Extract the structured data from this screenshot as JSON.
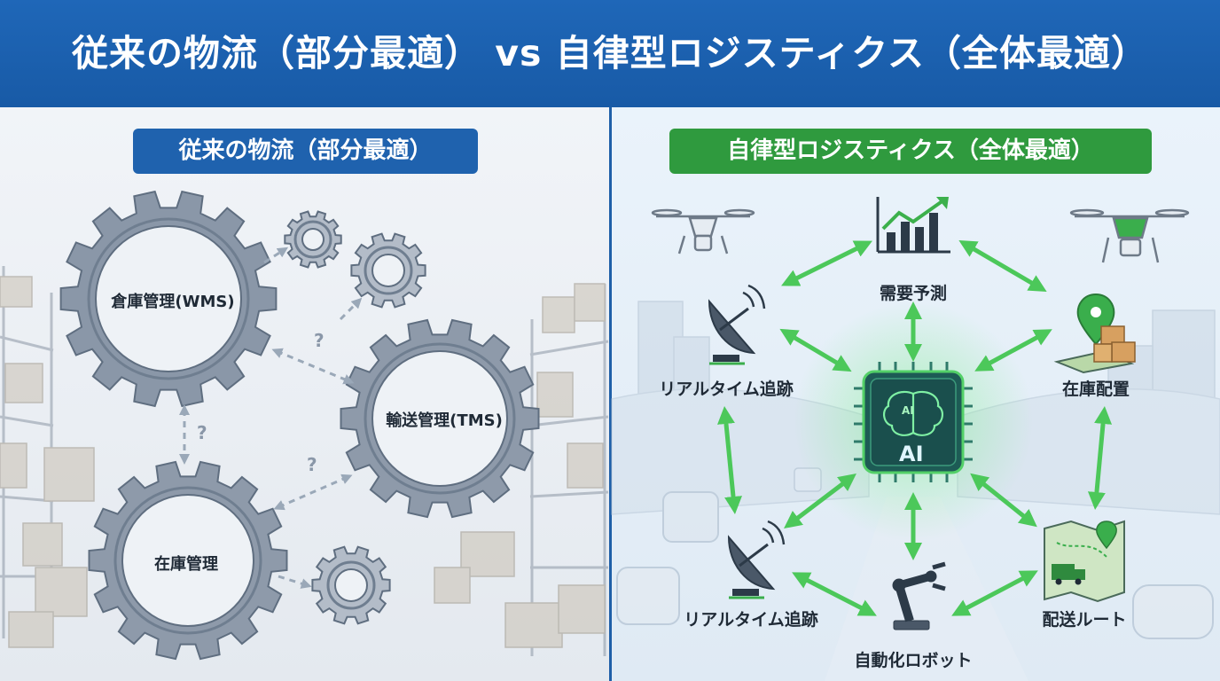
{
  "title": "従来の物流（部分最適） vs 自律型ロジスティクス（全体最適）",
  "left_panel": {
    "heading": "従来の物流（部分最適）",
    "gears": [
      "倉庫管理(WMS)",
      "輸送管理(TMS)",
      "在庫管理"
    ],
    "question_mark": "?"
  },
  "right_panel": {
    "heading": "自律型ロジスティクス（全体最適）",
    "hub": {
      "label": "AI",
      "chip_label": "AI"
    },
    "nodes": {
      "demand": "需要予測",
      "inventory": "在庫配置",
      "route": "配送ルート",
      "robot": "自動化ロボット",
      "tracking_top": "リアルタイム追跡",
      "tracking_bottom": "リアルタイム追跡"
    }
  },
  "colors": {
    "header_blue": "#1f67b8",
    "left_pill": "#1f62ae",
    "right_pill": "#2f9a3e",
    "arrow_green": "#4cc85a",
    "gear_gray": "#8e9aaa"
  },
  "icons": [
    "gear-icon",
    "drone-icon",
    "satellite-dish-icon",
    "bar-chart-icon",
    "map-pin-icon",
    "robot-arm-icon",
    "ai-chip-icon",
    "brain-icon",
    "truck-icon"
  ]
}
